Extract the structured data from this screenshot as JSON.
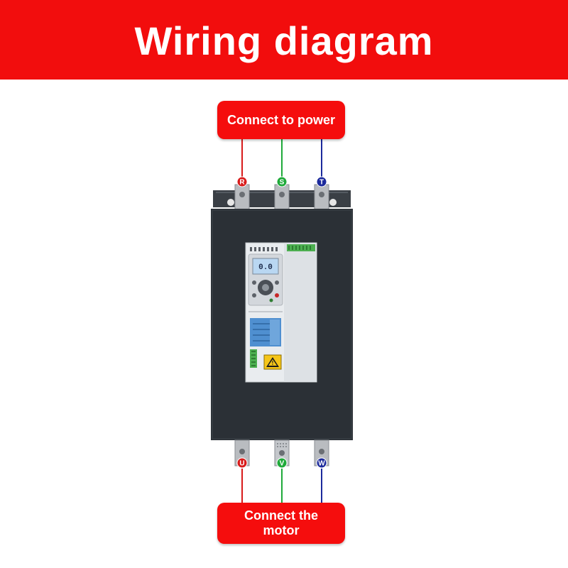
{
  "header": {
    "title": "Wiring diagram"
  },
  "callouts": {
    "power": "Connect to power",
    "motor": "Connect the motor"
  },
  "input_terminals": [
    {
      "letter": "R",
      "color": "#d81b1b"
    },
    {
      "letter": "S",
      "color": "#1faa3a"
    },
    {
      "letter": "T",
      "color": "#1c2a9c"
    }
  ],
  "output_terminals": [
    {
      "letter": "U",
      "color": "#d81b1b"
    },
    {
      "letter": "V",
      "color": "#1faa3a"
    },
    {
      "letter": "W",
      "color": "#1c2a9c"
    }
  ],
  "display": {
    "reading": "0.0"
  },
  "colors": {
    "header_red": "#f20d0d",
    "housing": "#2b3036",
    "panel": "#e9ecef",
    "display_screen": "#b9d7f2",
    "status_panel": "#4f8fd0"
  }
}
